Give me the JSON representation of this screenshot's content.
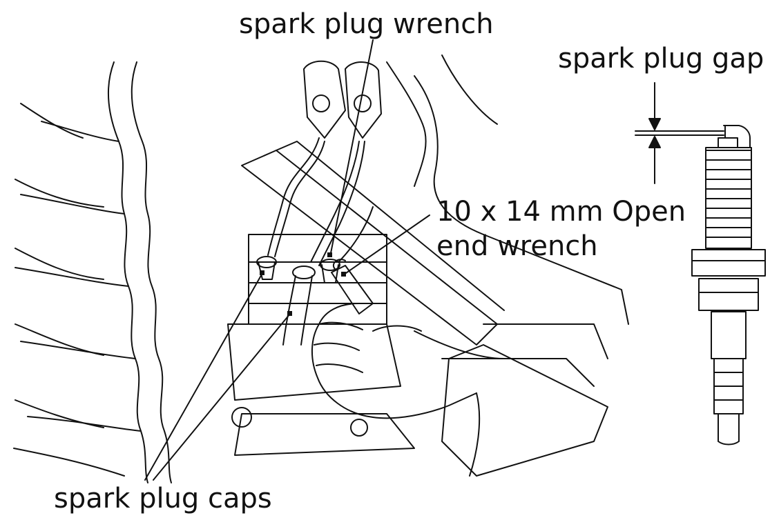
{
  "labels": {
    "spark_plug_wrench": "spark plug wrench",
    "spark_plug_gap": "spark plug gap",
    "open_end_wrench_line1": "10 x 14 mm Open",
    "open_end_wrench_line2": "end wrench",
    "spark_plug_caps": "spark plug caps"
  },
  "colors": {
    "ink": "#111111",
    "background": "#ffffff"
  }
}
